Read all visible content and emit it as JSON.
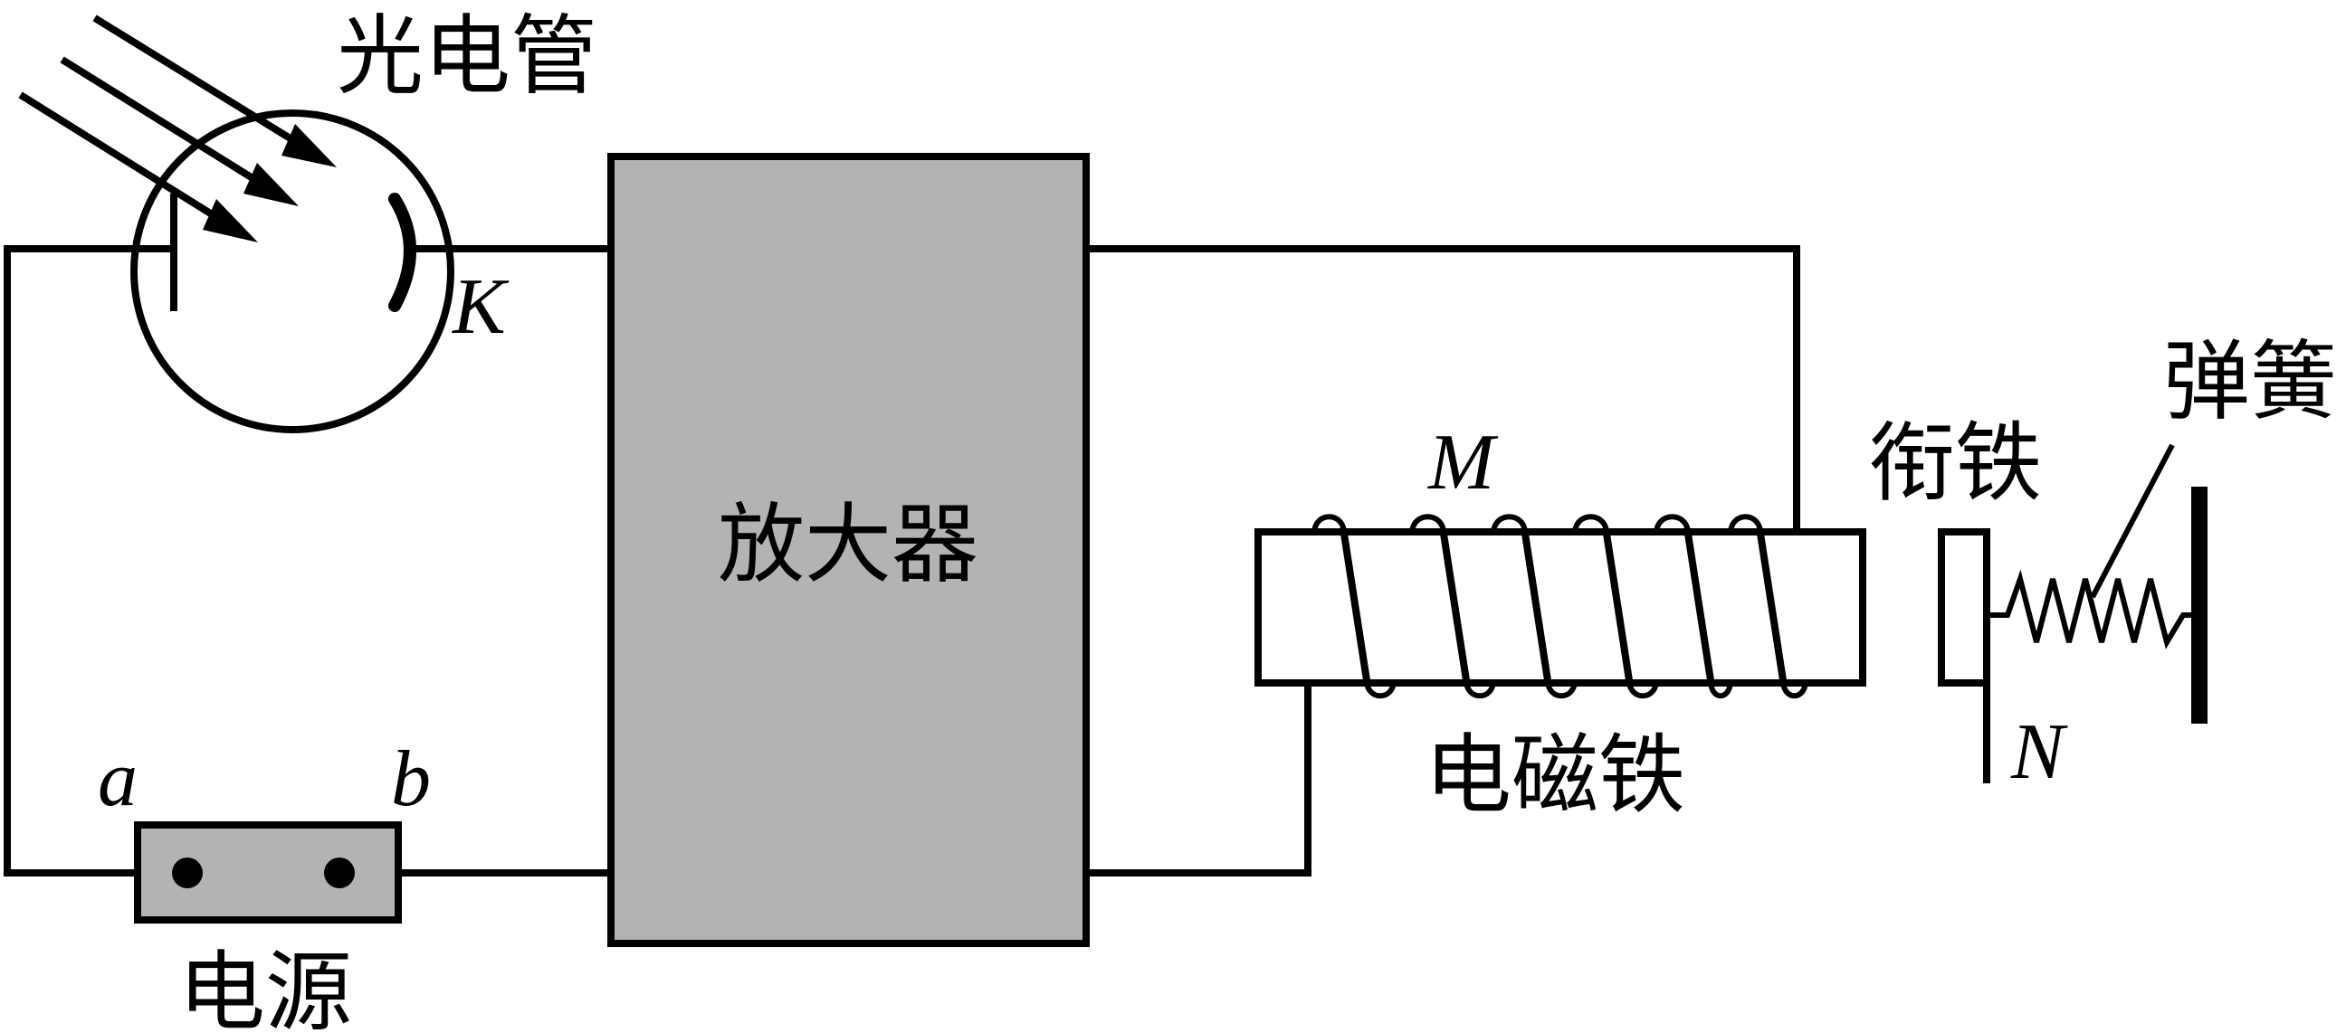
{
  "labels": {
    "phototube": "光电管",
    "cathode_letter": "K",
    "amplifier": "放大器",
    "electromagnet": "电磁铁",
    "magnet_letter": "M",
    "armature": "衔铁",
    "spring": "弹簧",
    "contact_letter": "N",
    "power_source": "电源",
    "terminal_a": "a",
    "terminal_b": "b"
  },
  "colors": {
    "amplifier_fill": "#b3b3b3",
    "power_source_fill": "#b3b3b3",
    "line": "#000000",
    "background": "#ffffff"
  }
}
